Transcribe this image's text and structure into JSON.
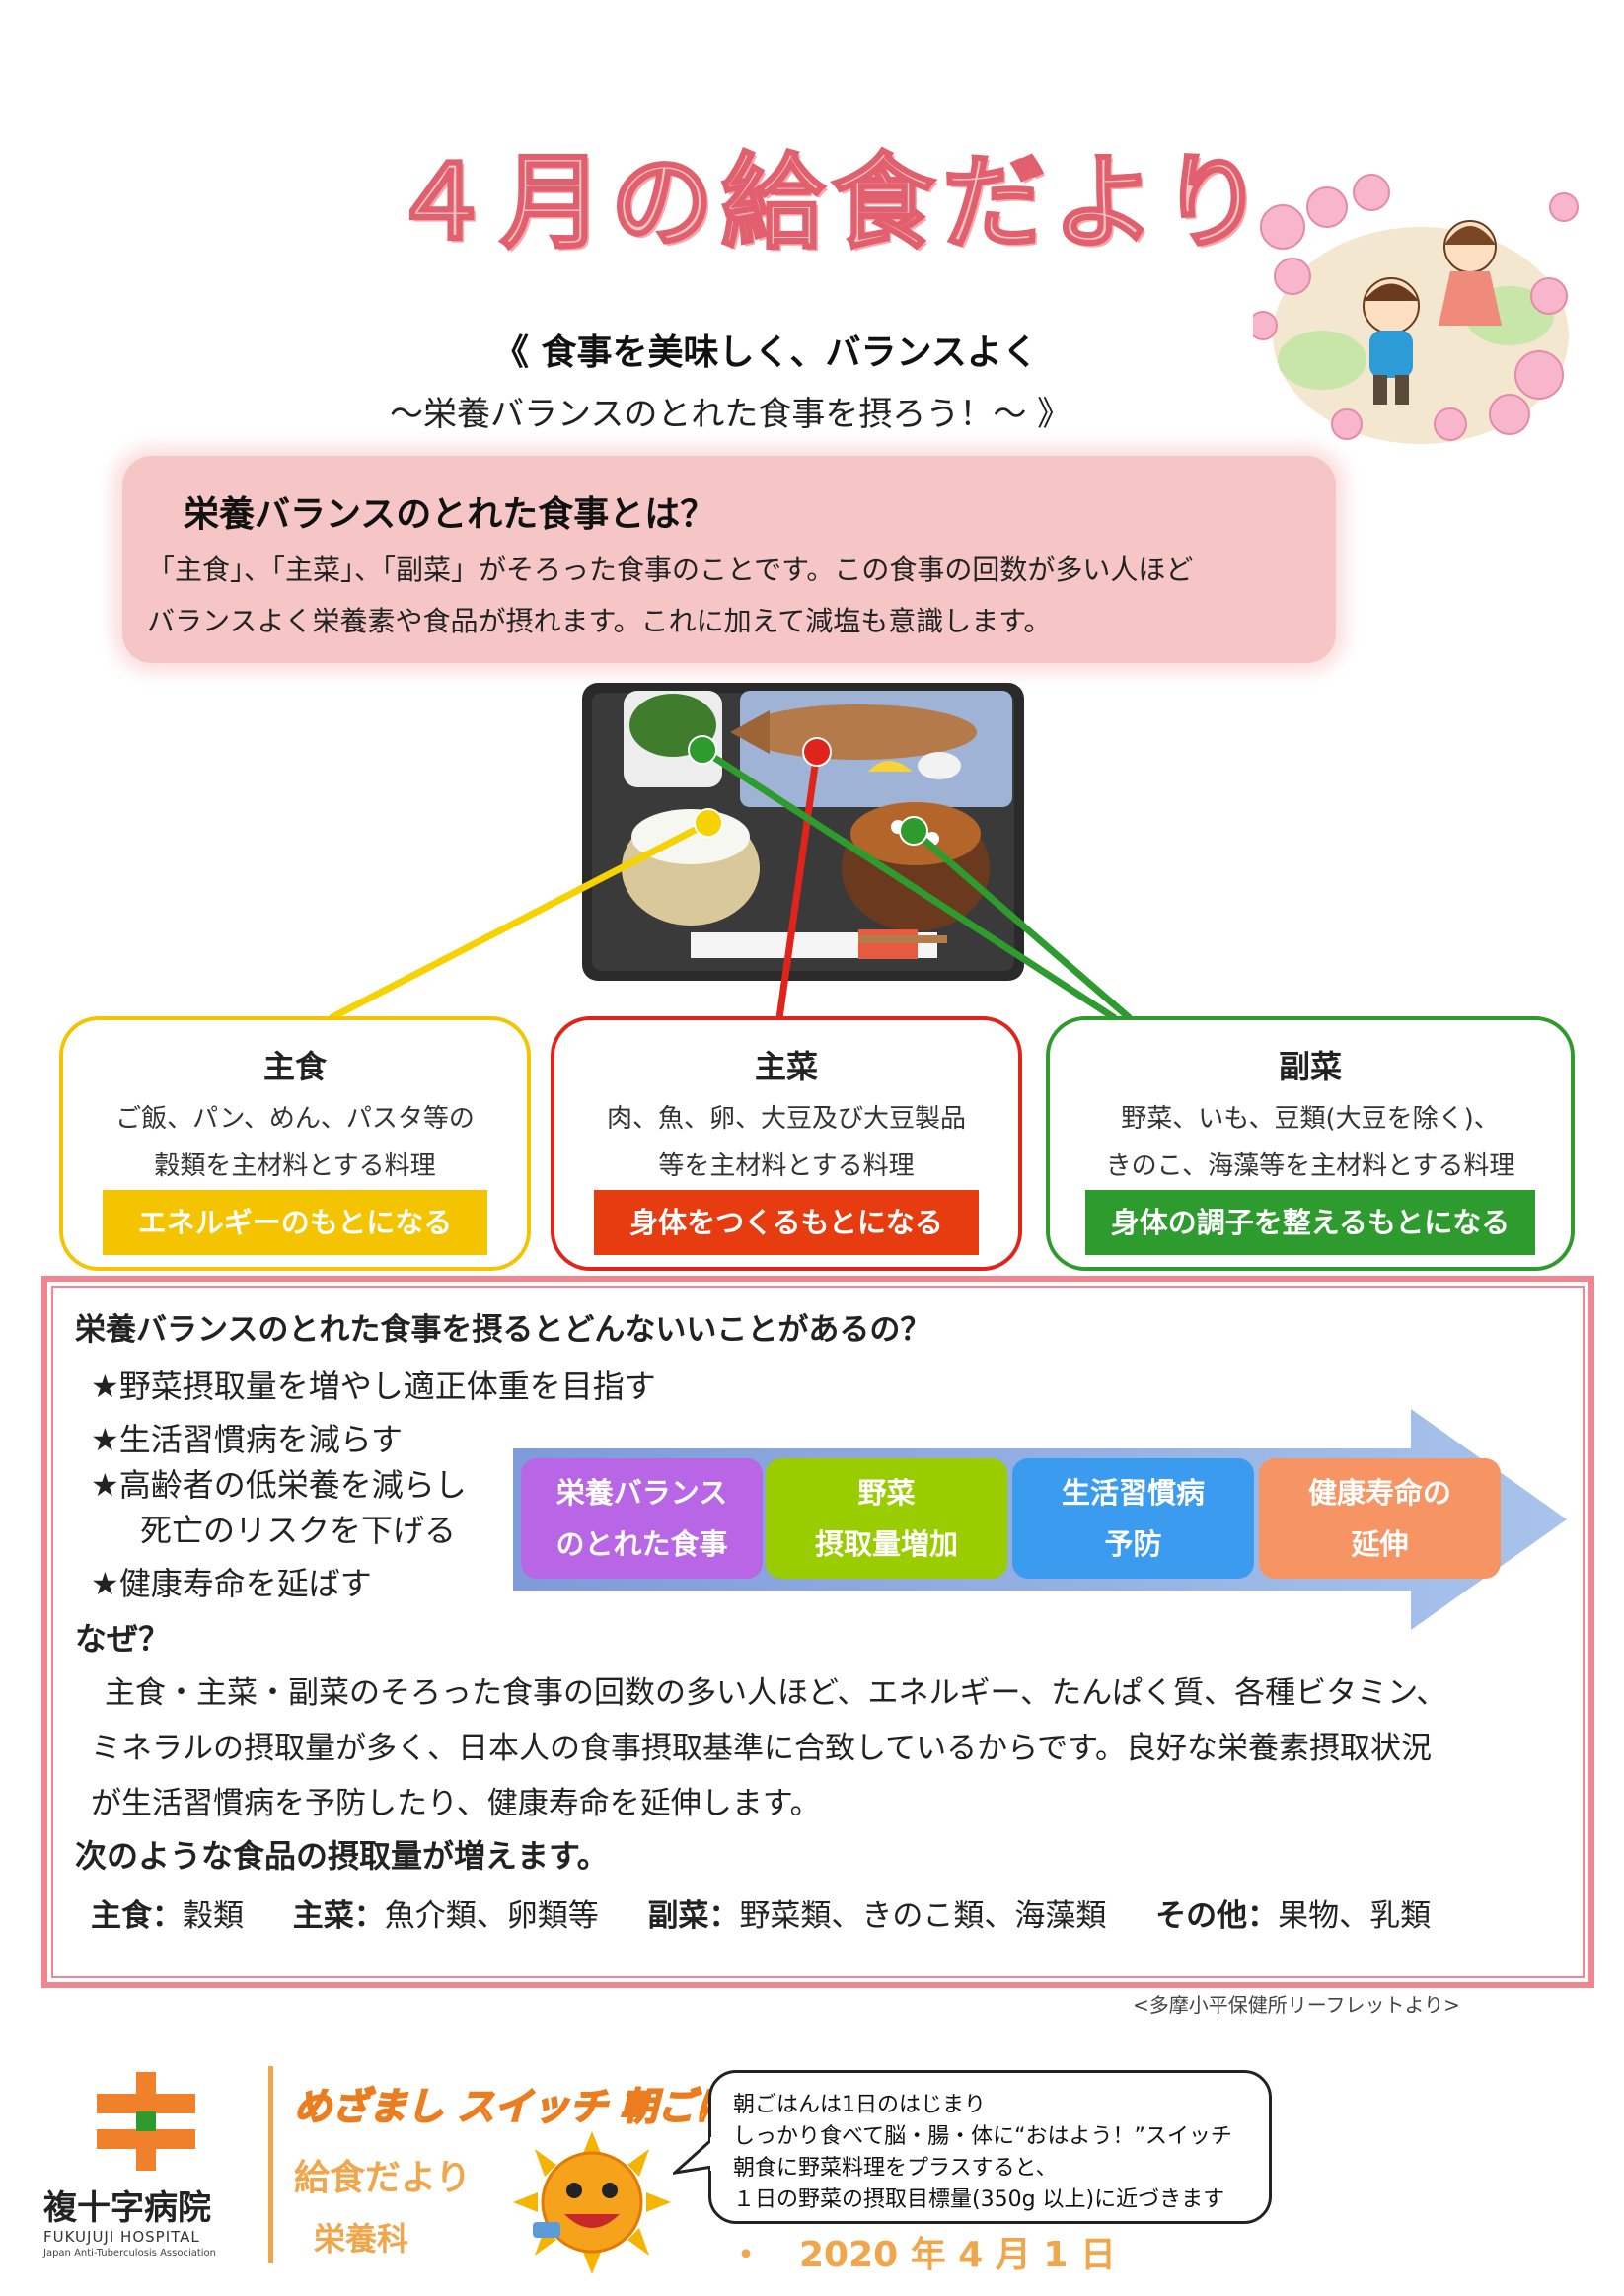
{
  "header": {
    "title": "４月の給食だより",
    "subtitle_line1": "《 食事を美味しく、バランスよく",
    "subtitle_line2": "〜栄養バランスのとれた食事を摂ろう！〜 》"
  },
  "intro": {
    "heading": "栄養バランスのとれた食事とは？",
    "line1": "「主食」、「主菜」、「副菜」がそろった食事のことです。この食事の回数が多い人ほど",
    "line2": "バランスよく栄養素や食品が摂れます。これに加えて減塩も意識します。"
  },
  "cards": [
    {
      "title": "主食",
      "desc1": "ご飯、パン、めん、パスタ等の",
      "desc2": "穀類を主材料とする料理",
      "tag": "エネルギーのもとになる",
      "color": "#f5c400",
      "tag_color": "#f5c400"
    },
    {
      "title": "主菜",
      "desc1": "肉、魚、卵、大豆及び大豆製品",
      "desc2": "等を主材料とする料理",
      "tag": "身体をつくるもとになる",
      "color": "#e0241b",
      "tag_color": "#e63c10"
    },
    {
      "title": "副菜",
      "desc1": "野菜、いも、豆類(大豆を除く)、",
      "desc2": "きのこ、海藻等を主材料とする料理",
      "tag": "身体の調子を整えるもとになる",
      "color": "#2e9b2e",
      "tag_color": "#2e9b2e"
    }
  ],
  "benefits": {
    "question": "栄養バランスのとれた食事を摂るとどんないいことがあるの？",
    "items": [
      "★野菜摂取量を増やし適正体重を目指す",
      "★生活習慣病を減らす",
      "★高齢者の低栄養を減らし",
      "死亡のリスクを下げる",
      "★健康寿命を延ばす"
    ],
    "steps": [
      {
        "line1": "栄養バランス",
        "line2": "のとれた食事",
        "color": "#b866e6"
      },
      {
        "line1": "野菜",
        "line2": "摂取量増加",
        "color": "#9acd00"
      },
      {
        "line1": "生活習慣病",
        "line2": "予防",
        "color": "#3a9bef"
      },
      {
        "line1": "健康寿命の",
        "line2": "延伸",
        "color": "#f79464"
      }
    ],
    "why_heading": "なぜ？",
    "why_line1": "主食・主菜・副菜のそろった食事の回数の多い人ほど、エネルギー、たんぱく質、各種ビタミン、",
    "why_line2": "ミネラルの摂取量が多く、日本人の食事摂取基準に合致しているからです。良好な栄養素摂取状況",
    "why_line3": "が生活習慣病を予防したり、健康寿命を延伸します。",
    "increase_heading": "次のような食品の摂取量が増えます。",
    "foods": [
      {
        "label": "主食：",
        "value": "穀類"
      },
      {
        "label": "主菜：",
        "value": "魚介類、卵類等"
      },
      {
        "label": "副菜：",
        "value": "野菜類、きのこ類、海藻類"
      },
      {
        "label": "その他：",
        "value": "果物、乳類"
      }
    ]
  },
  "source_note": "<多摩小平保健所リーフレットより>",
  "footer": {
    "hospital_name": "複十字病院",
    "hospital_en": "FUKUJUJI HOSPITAL",
    "hospital_en_sub": "Japan Anti-Tuberculosis Association",
    "slogan": "めざまし スイッチ 朝ごはん",
    "newsletter": "給食だより",
    "department": "栄養科",
    "date": "・　2020 年 4 月 1 日",
    "bubble": [
      "朝ごはんは1日のはじまり",
      "しっかり食べて脳・腸・体に“おはよう！”スイッチ",
      "朝食に野菜料理をプラスすると、",
      "１日の野菜の摂取目標量(350g 以上)に近づきます"
    ]
  }
}
